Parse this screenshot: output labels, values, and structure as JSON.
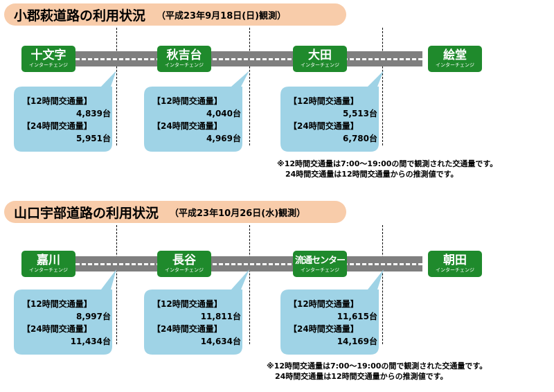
{
  "sections": [
    {
      "title": "小郡萩道路の利用状況",
      "date_note": "（平成23年9月18日(日)観測）",
      "interchanges": [
        {
          "name": "十文字",
          "sub": "インターチェンジ"
        },
        {
          "name": "秋吉台",
          "sub": "インターチェンジ"
        },
        {
          "name": "大田",
          "sub": "インターチェンジ"
        },
        {
          "name": "絵堂",
          "sub": "インターチェンジ"
        }
      ],
      "traffic": [
        {
          "label12": "【12時間交通量】",
          "value12": "4,839台",
          "label24": "【24時間交通量】",
          "value24": "5,951台"
        },
        {
          "label12": "【12時間交通量】",
          "value12": "4,040台",
          "label24": "【24時間交通量】",
          "value24": "4,969台"
        },
        {
          "label12": "【12時間交通量】",
          "value12": "5,513台",
          "label24": "【24時間交通量】",
          "value24": "6,780台"
        }
      ],
      "note_line1": "※12時間交通量は7:00～19:00の間で観測された交通量です。",
      "note_line2": "24時間交通量は12時間交通量からの推測値です。"
    },
    {
      "title": "山口宇部道路の利用状況",
      "date_note": "（平成23年10月26日(水)観測）",
      "interchanges": [
        {
          "name": "嘉川",
          "sub": "インターチェンジ"
        },
        {
          "name": "長谷",
          "sub": "インターチェンジ"
        },
        {
          "name": "流通センター",
          "sub": "インターチェンジ"
        },
        {
          "name": "朝田",
          "sub": "インターチェンジ"
        }
      ],
      "traffic": [
        {
          "label12": "【12時間交通量】",
          "value12": "8,997台",
          "label24": "【24時間交通量】",
          "value24": "11,434台"
        },
        {
          "label12": "【12時間交通量】",
          "value12": "11,811台",
          "label24": "【24時間交通量】",
          "value24": "14,634台"
        },
        {
          "label12": "【12時間交通量】",
          "value12": "11,615台",
          "label24": "【24時間交通量】",
          "value24": "14,169台"
        }
      ],
      "note_line1": "※12時間交通量は7:00～19:00の間で観測された交通量です。",
      "note_line2": "24時間交通量は12時間交通量からの推測値です。"
    }
  ],
  "colors": {
    "title_pill": "#f8ccaa",
    "interchange_green": "#1f8a2c",
    "road_gray": "#7f7f7f",
    "bubble_blue": "#9fd3e6"
  }
}
